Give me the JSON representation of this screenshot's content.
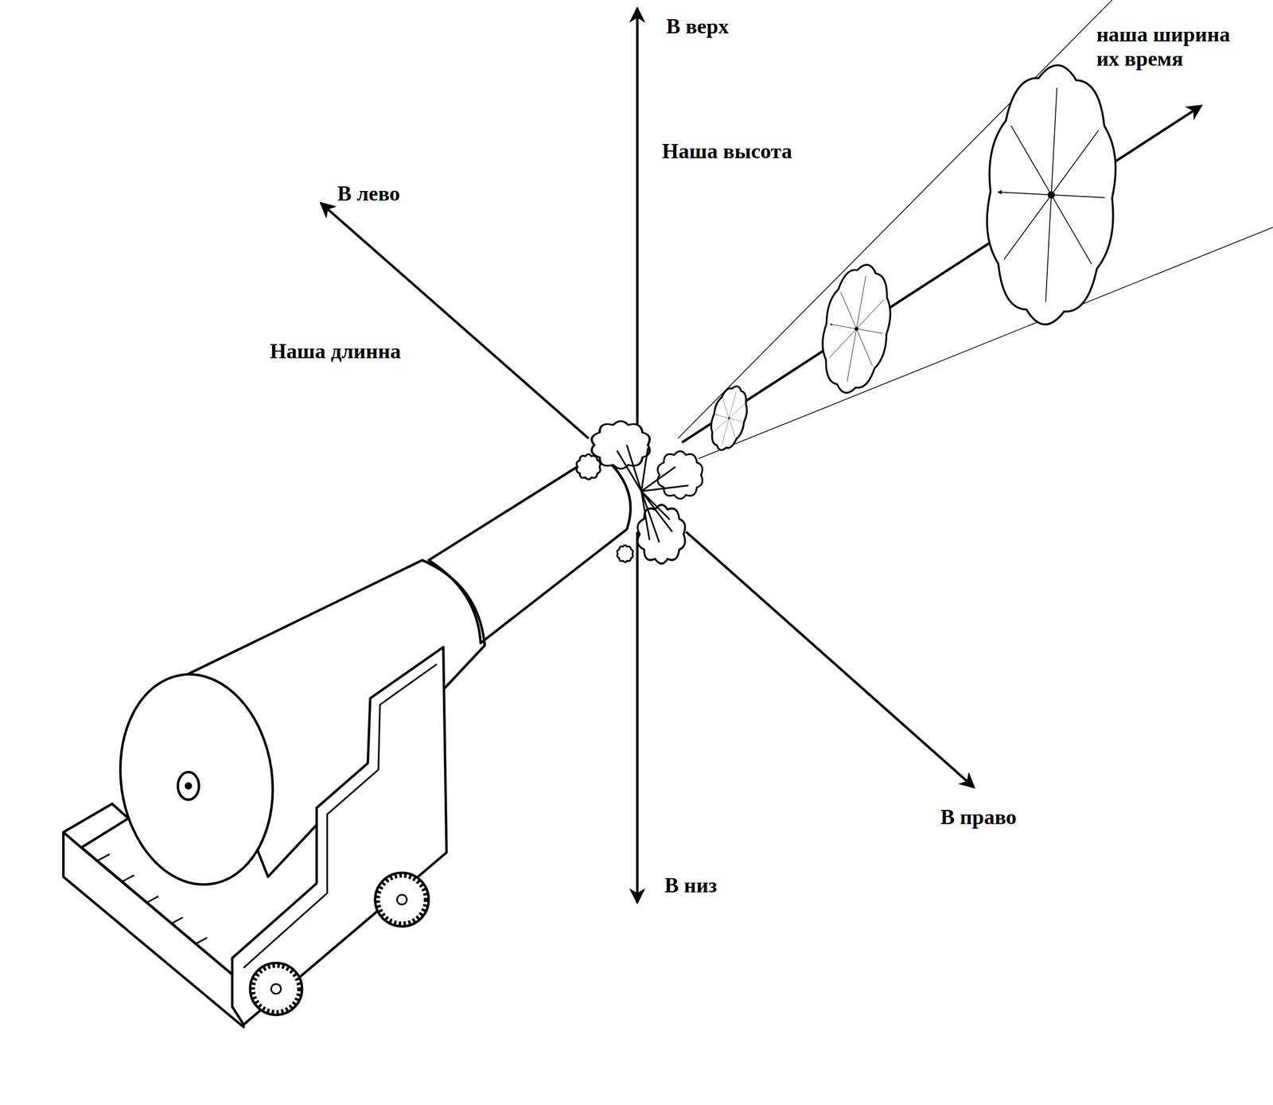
{
  "diagram": {
    "labels": [
      "В верх",
      "Наша высота",
      "В лево",
      "Наша длинна",
      "наша ширина их время",
      "В право",
      "В низ"
    ]
  }
}
